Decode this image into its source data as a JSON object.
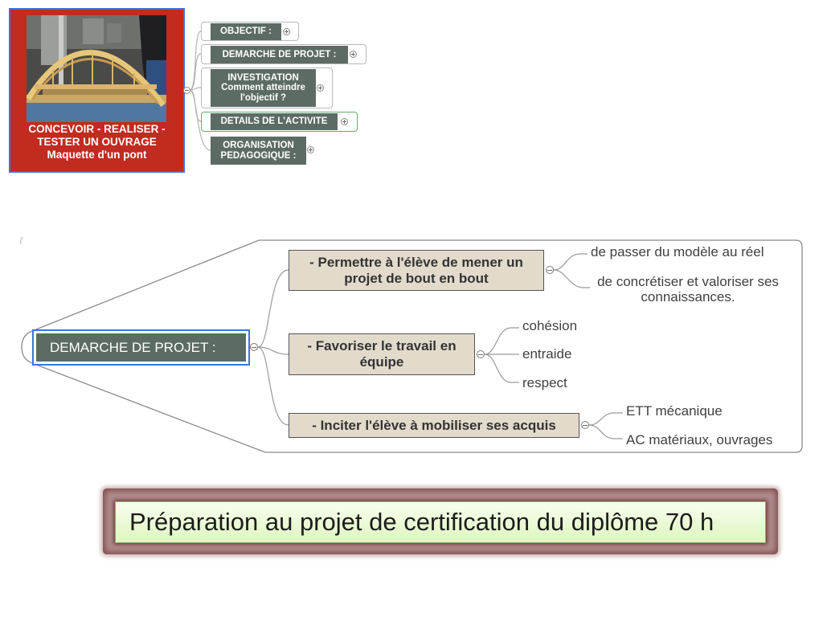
{
  "colors": {
    "central_fill": "#c12b20",
    "selection_border": "#3a74e0",
    "topic_fill": "#5c6c64",
    "branch_fill": "#e2dbcc",
    "highlight_border": "#5cae6b",
    "banner_fill": "#def6bf"
  },
  "overview_map": {
    "central_node": {
      "title_lines": [
        "CONCEVOIR - REALISER -",
        "TESTER UN OUVRAGE"
      ],
      "subtitle": "Maquette d'un pont",
      "collapse_icon": "minus-circle-icon"
    },
    "topics": [
      {
        "lines": [
          "OBJECTIF :"
        ],
        "expand_icon": "plus-circle-icon"
      },
      {
        "lines": [
          "DEMARCHE DE PROJET :"
        ],
        "expand_icon": "plus-circle-icon"
      },
      {
        "lines": [
          "INVESTIGATION",
          "Comment atteindre",
          "l'objectif ?"
        ],
        "expand_icon": "plus-circle-icon"
      },
      {
        "lines": [
          "DETAILS DE L'ACTIVITE"
        ],
        "expand_icon": "plus-circle-icon",
        "highlighted": true
      },
      {
        "lines": [
          "ORGANISATION",
          "PEDAGOGIQUE :"
        ],
        "expand_icon": "plus-circle-icon"
      }
    ]
  },
  "detail_map": {
    "root": {
      "label": "DEMARCHE DE PROJET :",
      "selected": true,
      "collapse_icon": "minus-circle-icon"
    },
    "branches": [
      {
        "lines": [
          "- Permettre à l'élève de mener un",
          "projet de bout en bout"
        ],
        "leaves": [
          {
            "lines": [
              "de passer du modèle au réel"
            ]
          },
          {
            "lines": [
              "de concrétiser et valoriser ses",
              "connaissances."
            ]
          }
        ]
      },
      {
        "lines": [
          "- Favoriser le travail en",
          "équipe"
        ],
        "leaves": [
          {
            "lines": [
              "cohésion"
            ]
          },
          {
            "lines": [
              "entraide"
            ]
          },
          {
            "lines": [
              "respect"
            ]
          }
        ]
      },
      {
        "lines": [
          "- Inciter l'élève à mobiliser ses acquis"
        ],
        "leaves": [
          {
            "lines": [
              "ETT mécanique"
            ]
          },
          {
            "lines": [
              "AC matériaux, ouvrages"
            ]
          }
        ]
      }
    ]
  },
  "banner": {
    "text": "Préparation au projet de certification du diplôme 70 h"
  }
}
